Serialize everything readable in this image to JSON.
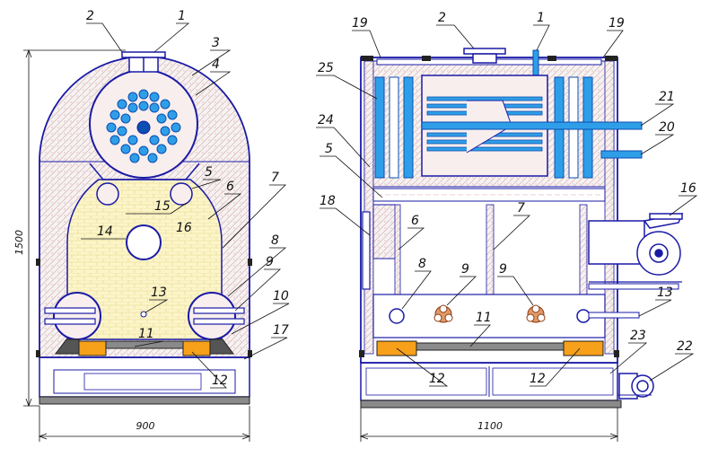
{
  "colors": {
    "outline": "#1a1aa6",
    "pipe": "#2f9ee8",
    "pipe_dark": "#0b4fb0",
    "insulation": "#f5f2f2",
    "firebrick": "#fcf5c9",
    "orange": "#f7a01a",
    "frame_gray": "#8a8a8a",
    "dark": "#222222",
    "leader": "#111111"
  },
  "front_view": {
    "width_dim": "900",
    "height_dim": "1500",
    "callouts": [
      "1",
      "2",
      "3",
      "4",
      "5",
      "6",
      "7",
      "8",
      "9",
      "10",
      "11",
      "12",
      "13",
      "14",
      "15",
      "16",
      "17"
    ]
  },
  "side_view": {
    "width_dim": "1100",
    "callouts": [
      "1",
      "2",
      "19",
      "19",
      "25",
      "24",
      "5",
      "18",
      "6",
      "7",
      "8",
      "9",
      "9",
      "11",
      "12",
      "12",
      "13",
      "16",
      "21",
      "20",
      "23",
      "22"
    ]
  }
}
